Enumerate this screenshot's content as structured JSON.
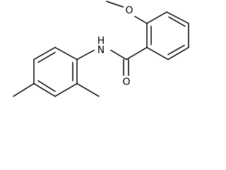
{
  "molecule": {
    "atoms": {
      "methoxy_oxygen": "O",
      "amide_nitrogen_h": "H",
      "amide_nitrogen": "N",
      "carbonyl_oxygen": "O"
    },
    "colors": {
      "bond": "#000000",
      "background": "#ffffff",
      "label": "#000000"
    }
  }
}
